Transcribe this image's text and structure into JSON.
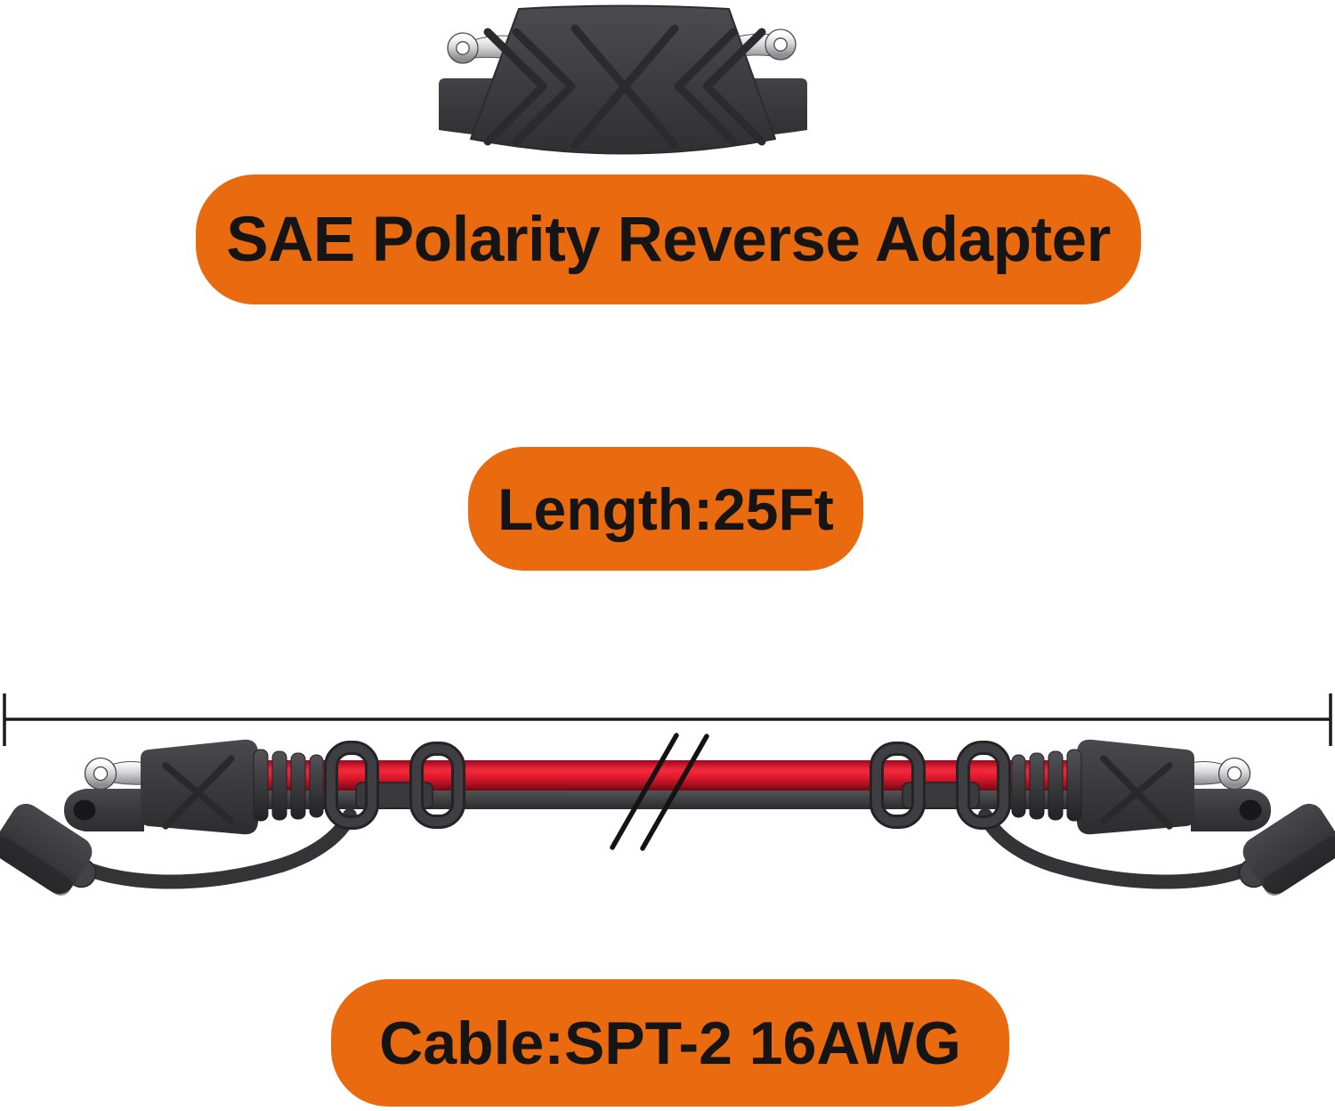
{
  "product": {
    "badge_adapter": "SAE Polarity Reverse Adapter",
    "badge_length": "Length:25Ft",
    "badge_cable": "Cable:SPT-2 16AWG"
  },
  "colors": {
    "badge_background": "#ea6a10",
    "badge_text": "#151515",
    "cable_red": "#e61a2c",
    "plastic_dark": "#3a3a3d",
    "metal_silver": "#d9d9db",
    "line_black": "#1b1b1b"
  }
}
